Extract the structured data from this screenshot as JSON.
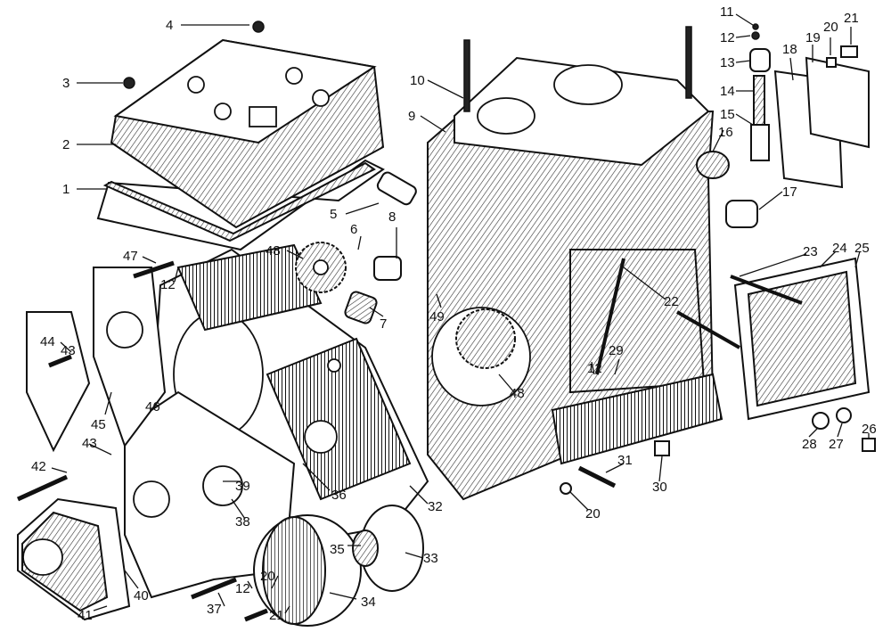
{
  "callouts": [
    "4",
    "3",
    "2",
    "1",
    "5",
    "6",
    "8",
    "48",
    "47",
    "12",
    "7",
    "44",
    "43",
    "45",
    "46",
    "43",
    "42",
    "39",
    "38",
    "36",
    "32",
    "35",
    "33",
    "40",
    "41",
    "37",
    "12",
    "20",
    "21",
    "34",
    "10",
    "9",
    "11",
    "12",
    "13",
    "14",
    "15",
    "16",
    "17",
    "18",
    "19",
    "20",
    "21",
    "23",
    "24",
    "25",
    "22",
    "49",
    "12",
    "29",
    "48",
    "28",
    "27",
    "26",
    "31",
    "30",
    "20"
  ]
}
